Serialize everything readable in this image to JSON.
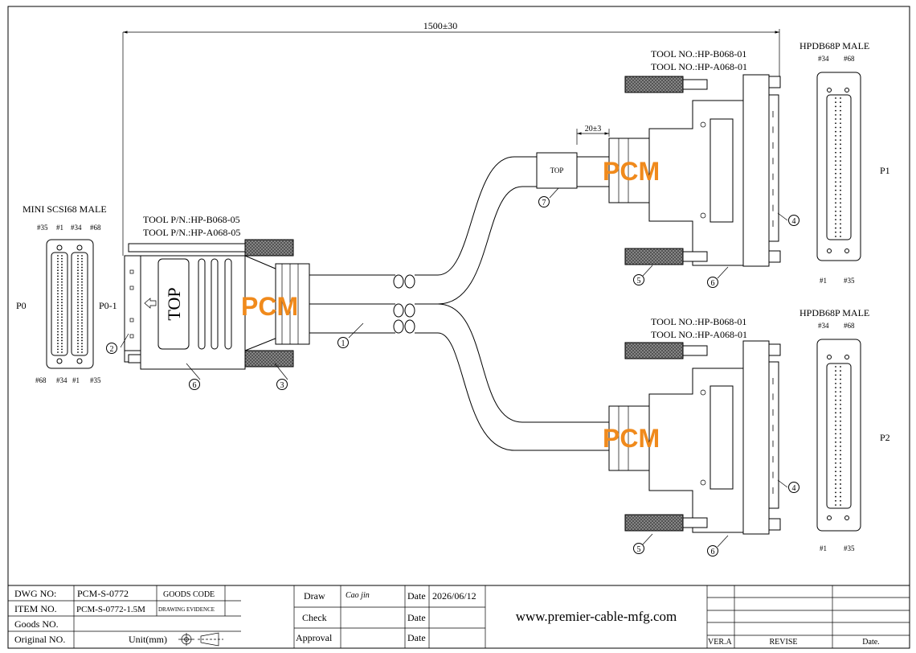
{
  "dimension": {
    "length": "1500±30",
    "sleeve": "20±3"
  },
  "p0": {
    "title": "MINI SCSI68 MALE",
    "label": "P0",
    "sub_label": "P0-1",
    "pins_top": [
      "#35",
      "#1",
      "#34",
      "#68"
    ],
    "pins_bottom": [
      "#68",
      "#34",
      "#1",
      "#35"
    ],
    "tool_1": "TOOL P/N.:HP-B068-05",
    "tool_2": "TOOL P/N.:HP-A068-05",
    "top_text": "TOP"
  },
  "p1": {
    "title": "HPDB68P MALE",
    "label": "P1",
    "pins_top": [
      "#34",
      "#68"
    ],
    "pins_bottom": [
      "#1",
      "#35"
    ],
    "tool_1": "TOOL NO.:HP-B068-01",
    "tool_2": "TOOL NO.:HP-A068-01"
  },
  "p2": {
    "title": "HPDB68P MALE",
    "label": "P2",
    "pins_top": [
      "#34",
      "#68"
    ],
    "pins_bottom": [
      "#1",
      "#35"
    ],
    "tool_1": "TOOL NO.:HP-B068-01",
    "tool_2": "TOOL NO.:HP-A068-01"
  },
  "label_text": "TOP",
  "logo": "PCM",
  "balloons": {
    "b1": "1",
    "b2": "2",
    "b3": "3",
    "b4": "4",
    "b5": "5",
    "b6": "6",
    "b7": "7"
  },
  "title_block": {
    "dwg_no_label": "DWG NO:",
    "dwg_no": "PCM-S-0772",
    "goods_code_label": "GOODS CODE",
    "item_no_label": "ITEM NO.",
    "item_no": "PCM-S-0772-1.5M",
    "drawing_evidence_label": "DRAWING EVIDENCE",
    "goods_no_label": "Goods NO.",
    "original_no_label": "Original NO.",
    "unit_label": "Unit(mm)",
    "draw_label": "Draw",
    "draw_sign": "Cao jin",
    "check_label": "Check",
    "approval_label": "Approval",
    "date_label": "Date",
    "date_value": "2026/06/12",
    "website": "www.premier-cable-mfg.com",
    "ver_label": "VER.A",
    "revise_label": "REVISE",
    "rev_date_label": "Date."
  }
}
